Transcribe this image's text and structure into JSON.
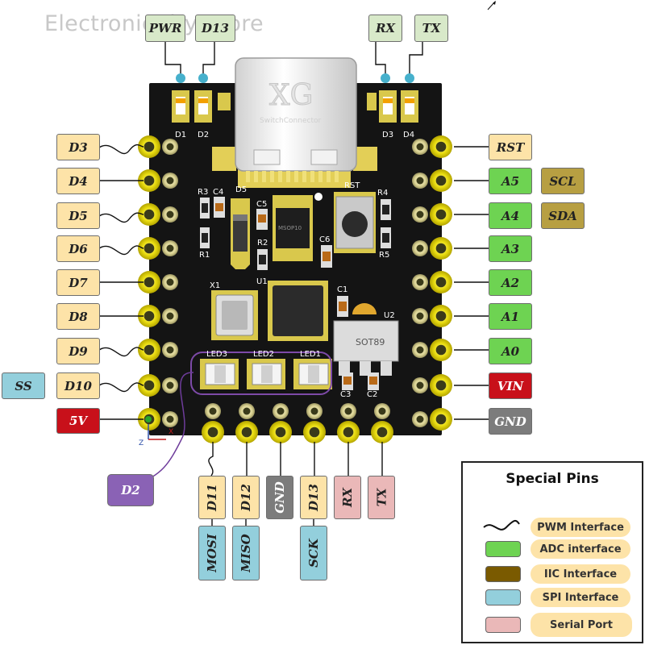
{
  "watermark": "ElectronicCity Store",
  "top_labels": {
    "pwr": "PWR",
    "d13": "D13",
    "rx": "RX",
    "tx": "TX"
  },
  "board": {
    "led_indicators": [
      "D1",
      "D2",
      "D3",
      "D4"
    ],
    "usb_brand": "SwitchConnector",
    "usb_logo": "XG",
    "components": {
      "r3": "R3",
      "c4": "C4",
      "d5": "D5",
      "c5": "C5",
      "r2": "R2",
      "r1": "R1",
      "rst": "RST",
      "r4": "R4",
      "r5": "R5",
      "c6": "C6",
      "u1": "U1",
      "x1": "X1",
      "c1": "C1",
      "u2": "U2",
      "sot": "SOT89",
      "c3": "C3",
      "c2": "C2",
      "chip": "MSOP10"
    },
    "rgb_leds": [
      "LED3",
      "LED2",
      "LED1"
    ],
    "axis": {
      "z": "Z",
      "x": "X"
    }
  },
  "left_pins": [
    "D3",
    "D4",
    "D5",
    "D6",
    "D7",
    "D8",
    "D9",
    "D10",
    "5V"
  ],
  "right_pins": [
    "RST",
    "A5",
    "A4",
    "A3",
    "A2",
    "A1",
    "A0",
    "VIN",
    "GND"
  ],
  "iic_labels": [
    "SCL",
    "SDA"
  ],
  "spi_left_label": "SS",
  "d2_label": "D2",
  "bottom_pins": [
    "D11",
    "D12",
    "GND",
    "D13",
    "RX",
    "TX"
  ],
  "spi_bottom": [
    "MOSI",
    "MISO",
    "SCK"
  ],
  "legend": {
    "title": "Special Pins",
    "items": [
      "PWM Interface",
      "ADC interface",
      "IIC Interface",
      "SPI Interface",
      "Serial Port"
    ]
  },
  "colors": {
    "digital": "#fde3a8",
    "analog": "#6ed352",
    "iic": "#b79f42",
    "spi": "#93cfdc",
    "serial": "#eab8b8",
    "power": "#c8101a",
    "gnd": "#7c7c7c",
    "d2": "#8a62b5",
    "pcb": "#141414",
    "pad": "#e2d600",
    "pwm_line": "#111111",
    "iic_legend": "#7a5a00"
  }
}
